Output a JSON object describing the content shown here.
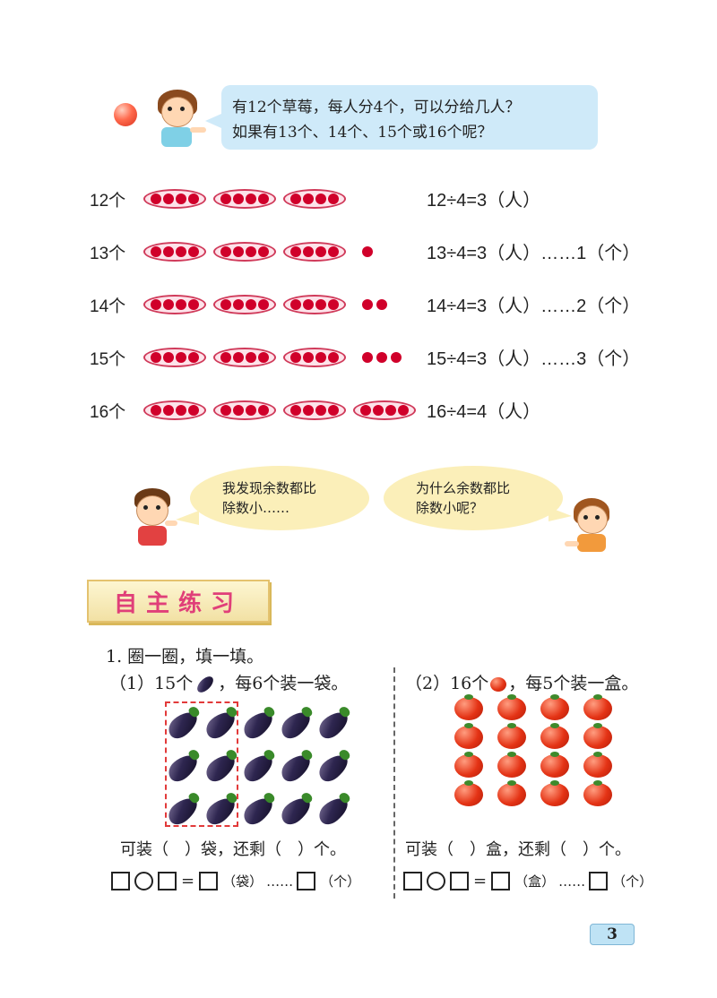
{
  "intro": {
    "line1": "有12个草莓，每人分4个，可以分给几人？",
    "line2": "如果有13个、14个、15个或16个呢？"
  },
  "rows": [
    {
      "count": "12",
      "unit": "个",
      "groups": 3,
      "leftover": 0,
      "eq_math": "12÷4=3",
      "eq_unit": "（人）",
      "eq_rem": "",
      "eq_rem_unit": ""
    },
    {
      "count": "13",
      "unit": "个",
      "groups": 3,
      "leftover": 1,
      "eq_math": "13÷4=3",
      "eq_unit": "（人）",
      "eq_rem": "……1",
      "eq_rem_unit": "（个）"
    },
    {
      "count": "14",
      "unit": "个",
      "groups": 3,
      "leftover": 2,
      "eq_math": "14÷4=3",
      "eq_unit": "（人）",
      "eq_rem": "……2",
      "eq_rem_unit": "（个）"
    },
    {
      "count": "15",
      "unit": "个",
      "groups": 3,
      "leftover": 3,
      "eq_math": "15÷4=3",
      "eq_unit": "（人）",
      "eq_rem": "……3",
      "eq_rem_unit": "（个）"
    },
    {
      "count": "16",
      "unit": "个",
      "groups": 4,
      "leftover": 0,
      "eq_math": "16÷4=4",
      "eq_unit": "（人）",
      "eq_rem": "",
      "eq_rem_unit": ""
    }
  ],
  "dialog": {
    "boy_line1": "我发现余数都比",
    "boy_line2": "除数小……",
    "girl_line1": "为什么余数都比",
    "girl_line2": "除数小呢？"
  },
  "section_title": "自主练习",
  "exercise": {
    "title": "1. 圈一圈，填一填。",
    "part1_prefix": "（1）15个",
    "part1_suffix": "，每6个装一袋。",
    "part2_prefix": "（2）16个",
    "part2_suffix": "，每5个装一盒。",
    "eggplant_count": 15,
    "tomato_count": 16,
    "fill1": "可装（　）袋，还剩（　）个。",
    "fill2": "可装（　）盒，还剩（　）个。",
    "eq1_unit1": "（袋）",
    "eq1_dots": "……",
    "eq1_unit2": "（个）",
    "eq2_unit1": "（盒）",
    "eq2_dots": "……",
    "eq2_unit2": "（个）",
    "equals": "="
  },
  "page_number": "3"
}
